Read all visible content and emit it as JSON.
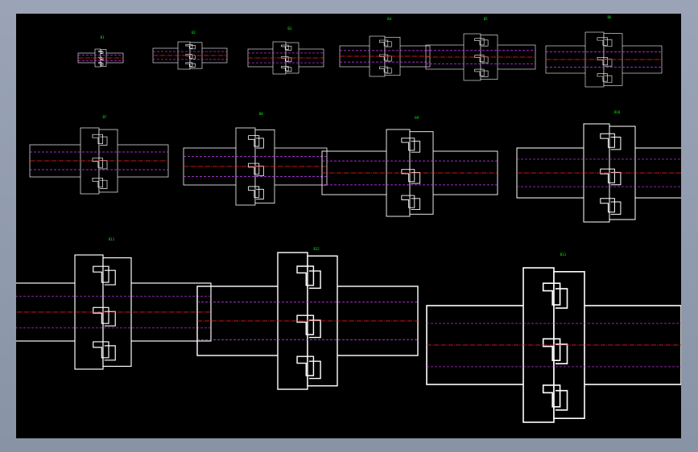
{
  "app": {
    "background_color": "#8e98aa",
    "viewport_color": "#000000"
  },
  "colors": {
    "outline": "#ffffff",
    "centerline": "#ff2020",
    "hidden_line": "#d040ff",
    "label": "#00ff00"
  },
  "drawings": [
    {
      "label": "B1"
    },
    {
      "label": "B2"
    },
    {
      "label": "B3"
    },
    {
      "label": "B4"
    },
    {
      "label": "B5"
    },
    {
      "label": "B6"
    },
    {
      "label": "B7"
    },
    {
      "label": "B8"
    },
    {
      "label": "B9"
    },
    {
      "label": "B10"
    },
    {
      "label": "B11"
    },
    {
      "label": "B12"
    },
    {
      "label": "B13"
    }
  ]
}
